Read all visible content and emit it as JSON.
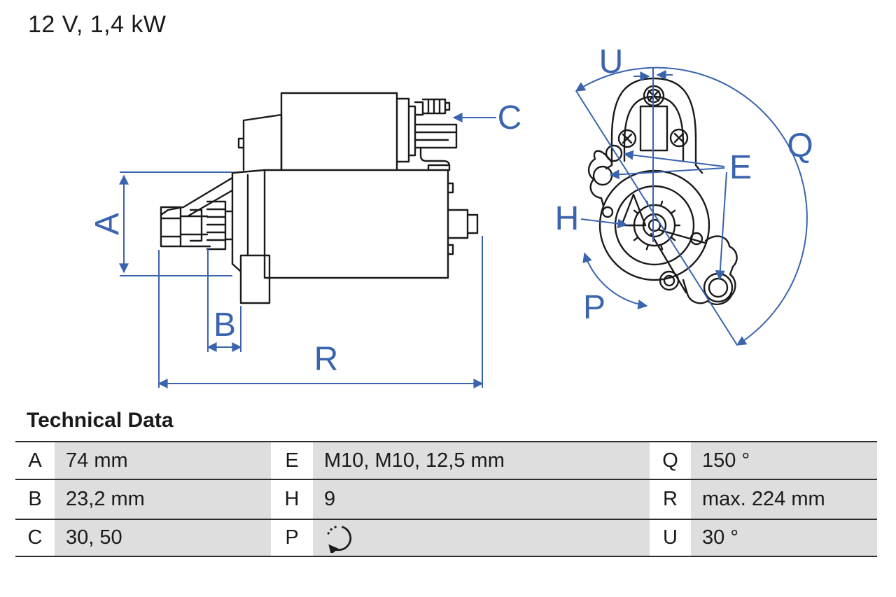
{
  "title": "12 V, 1,4 kW",
  "section_title": "Technical Data",
  "colors": {
    "dimension_blue": "#3a64ae",
    "drawing_line": "#1a1a1a",
    "table_cell_gray": "#dedede"
  },
  "drawing": {
    "views": [
      "side-view",
      "front-view"
    ],
    "dimension_labels": {
      "a": "A",
      "b": "B",
      "c": "C",
      "r": "R",
      "u": "U",
      "q": "Q",
      "e": "E",
      "h": "H",
      "p": "P"
    }
  },
  "table": {
    "rows": [
      {
        "c1": {
          "key": "A",
          "value": "74 mm"
        },
        "c2": {
          "key": "E",
          "value": "M10, M10, 12,5 mm"
        },
        "c3": {
          "key": "Q",
          "value": "150 °"
        }
      },
      {
        "c1": {
          "key": "B",
          "value": "23,2 mm"
        },
        "c2": {
          "key": "H",
          "value": "9"
        },
        "c3": {
          "key": "R",
          "value": "max. 224 mm"
        }
      },
      {
        "c1": {
          "key": "C",
          "value": "30, 50"
        },
        "c2": {
          "key": "P",
          "value": "",
          "icon": "rotation-direction-icon"
        },
        "c3": {
          "key": "U",
          "value": "30 °"
        }
      }
    ]
  }
}
